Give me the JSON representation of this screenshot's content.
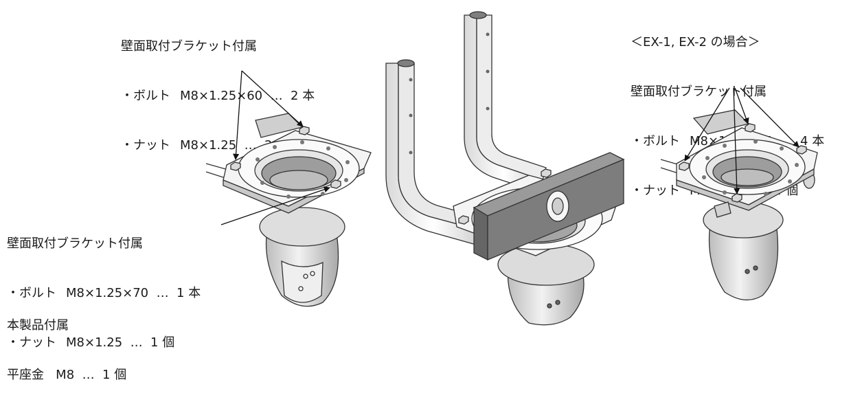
{
  "top_left": {
    "title": "壁面取付ブラケット付属",
    "bolt_key": "・ボルト",
    "bolt_val": "M8×1.25×60  …  2 本",
    "nut_key": "・ナット",
    "nut_val": "M8×1.25  …  2 個"
  },
  "mid_left": {
    "title": "壁面取付ブラケット付属",
    "bolt_key": "・ボルト",
    "bolt_val": "M8×1.25×70  …  1 本",
    "nut_key": "・ナット",
    "nut_val": "M8×1.25  …  1 個"
  },
  "bottom_left": {
    "title": "本製品付属",
    "washer": "平座金   M8  …  1 個"
  },
  "right": {
    "case": "＜EX-1, EX-2 の場合＞",
    "title": "壁面取付ブラケット付属",
    "bolt_key": "・ボルト",
    "bolt_val": "M8×1.25×55  …  4 本",
    "nut_key": "・ナット",
    "nut_val": "M8×1.25  …  4 個"
  }
}
